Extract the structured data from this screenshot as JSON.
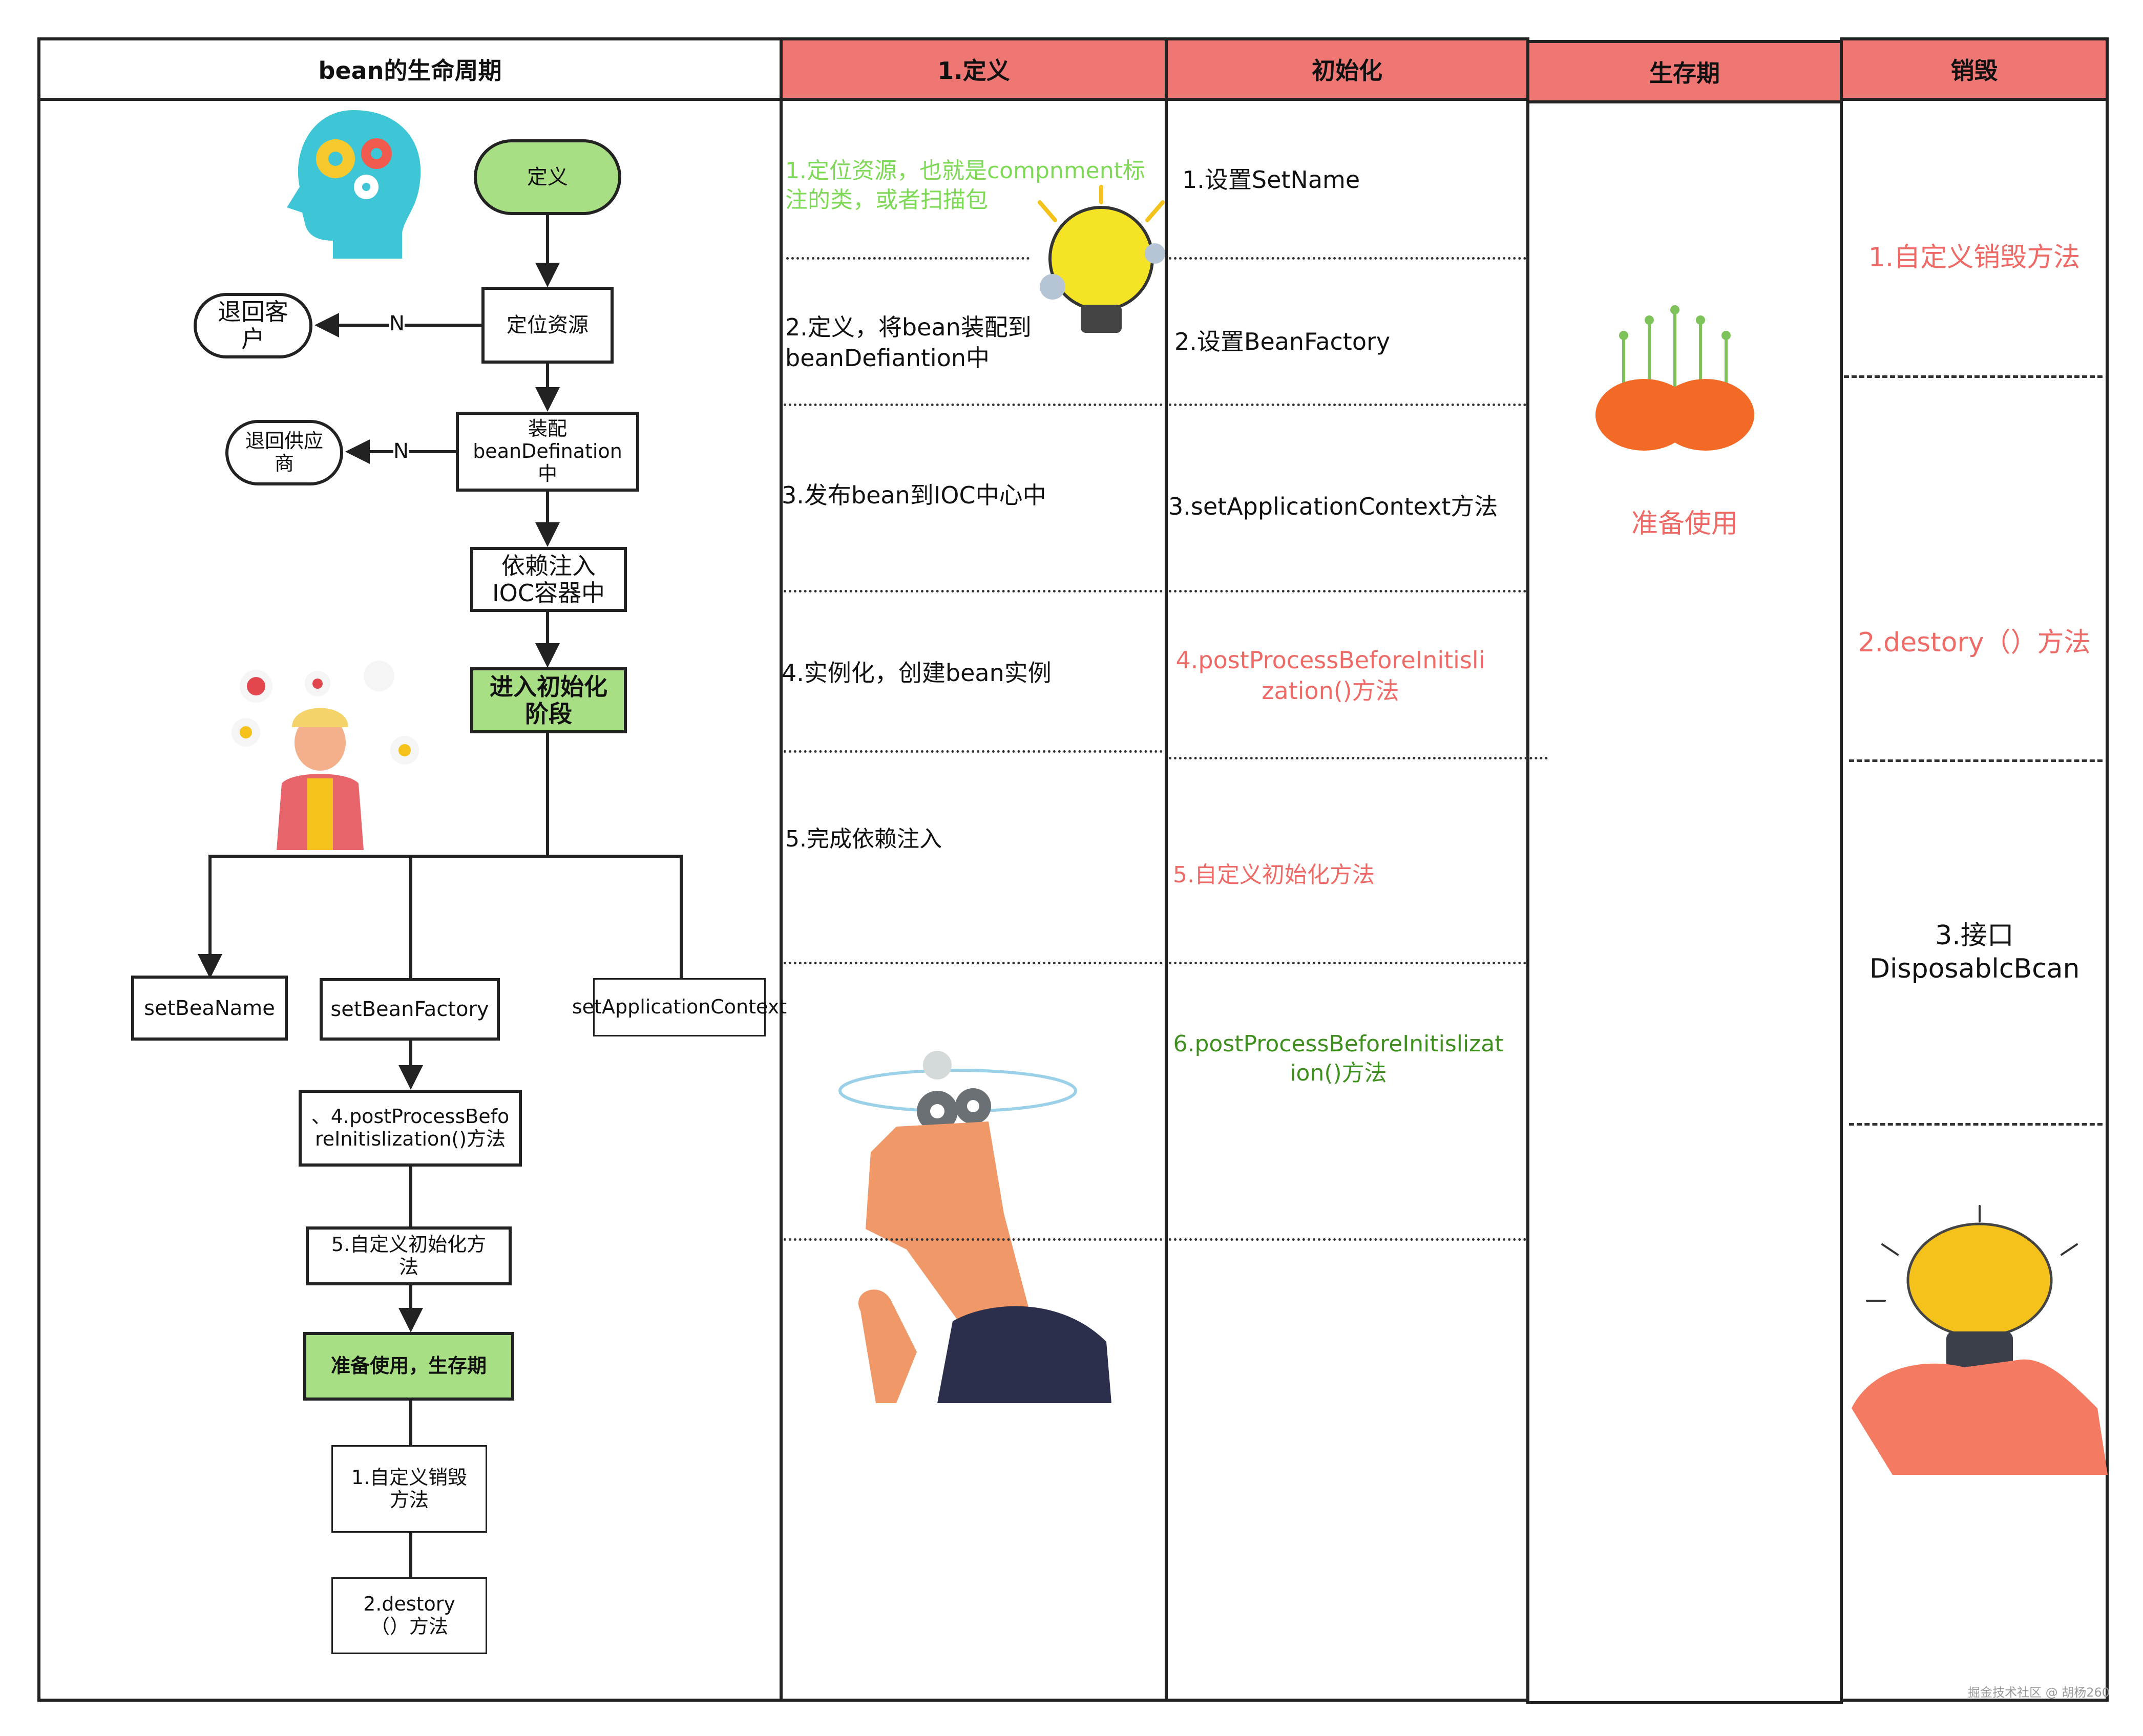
{
  "headers": {
    "lifecycle": "bean的生命周期",
    "definition": "1.定义",
    "init": "初始化",
    "survival": "生存期",
    "destroy": "销毁"
  },
  "flow": {
    "start": "定义",
    "locate": "定位资源",
    "return_customer": "退回客户",
    "n1": "N",
    "assemble": "装配beanDefination中",
    "return_supplier": "退回供应商",
    "n2": "N",
    "inject": "依赖注入IOC容器中",
    "init_stage": "进入初始化阶段",
    "set_bean_name": "setBeaName",
    "set_bean_factory": "setBeanFactory",
    "set_app_context": "setApplicationContext",
    "post_process": "、4.postProcessBeforeInitislization()方法",
    "custom_init": "5.自定义初始化方法",
    "ready": "准备使用，生存期",
    "custom_destroy": "1.自定义销毁方法",
    "destory": "2.destory（）方法"
  },
  "definition_steps": [
    "1.定位资源，也就是compnment标注的类，或者扫描包",
    "2.定义，将bean装配到beanDefiantion中",
    "3.发布bean到IOC中心中",
    "4.实例化，创建bean实例",
    "5.完成依赖注入"
  ],
  "init_steps": [
    "1.设置SetName",
    "2.设置BeanFactory",
    "3.setApplicationContext方法",
    "4.postProcessBeforeInitislization()方法",
    "5.自定义初始化方法",
    "6.postProcessBeforeInitislization()方法"
  ],
  "survival_text": "准备使用",
  "destroy_steps": [
    "1.自定义销毁方法",
    "2.destory（）方法",
    "3.接口DisposablcBcan"
  ],
  "watermark": "掘金技术社区 @ 胡杨260",
  "colors": {
    "header_red": "#ee7774",
    "node_green": "#a9df84",
    "text_green": "#7ed957",
    "text_red": "#ee6a66",
    "text_dark_green": "#3f8f1f"
  }
}
